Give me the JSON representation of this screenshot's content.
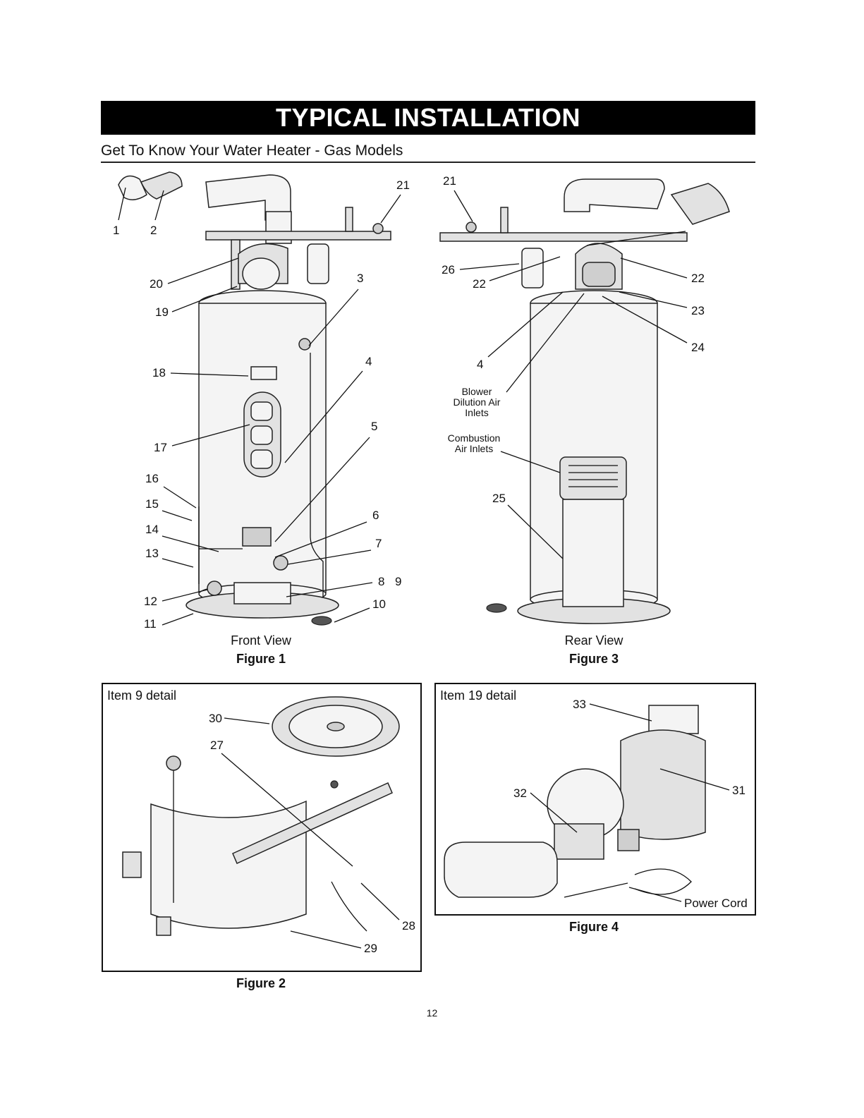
{
  "banner": "TYPICAL INSTALLATION",
  "subtitle": "Get To Know Your Water Heater - Gas Models",
  "figure1": {
    "view": "Front View",
    "caption": "Figure 1",
    "labels": [
      "1",
      "2",
      "3",
      "4",
      "5",
      "6",
      "7",
      "8",
      "9",
      "10",
      "11",
      "12",
      "13",
      "14",
      "15",
      "16",
      "17",
      "18",
      "19",
      "20",
      "21"
    ]
  },
  "figure3": {
    "view": "Rear View",
    "caption": "Figure 3",
    "labels": [
      "21",
      "26",
      "22",
      "22",
      "23",
      "24",
      "4",
      "25"
    ],
    "blower_text": [
      "Blower",
      "Dilution Air",
      "Inlets"
    ],
    "combustion_text": [
      "Combustion",
      "Air Inlets"
    ]
  },
  "figure2": {
    "title": "Item 9 detail",
    "caption": "Figure 2",
    "labels": [
      "30",
      "27",
      "28",
      "29"
    ]
  },
  "figure4": {
    "title": "Item 19 detail",
    "caption": "Figure 4",
    "labels": [
      "33",
      "32",
      "31"
    ],
    "power_cord": "Power Cord"
  },
  "page_number": "12"
}
